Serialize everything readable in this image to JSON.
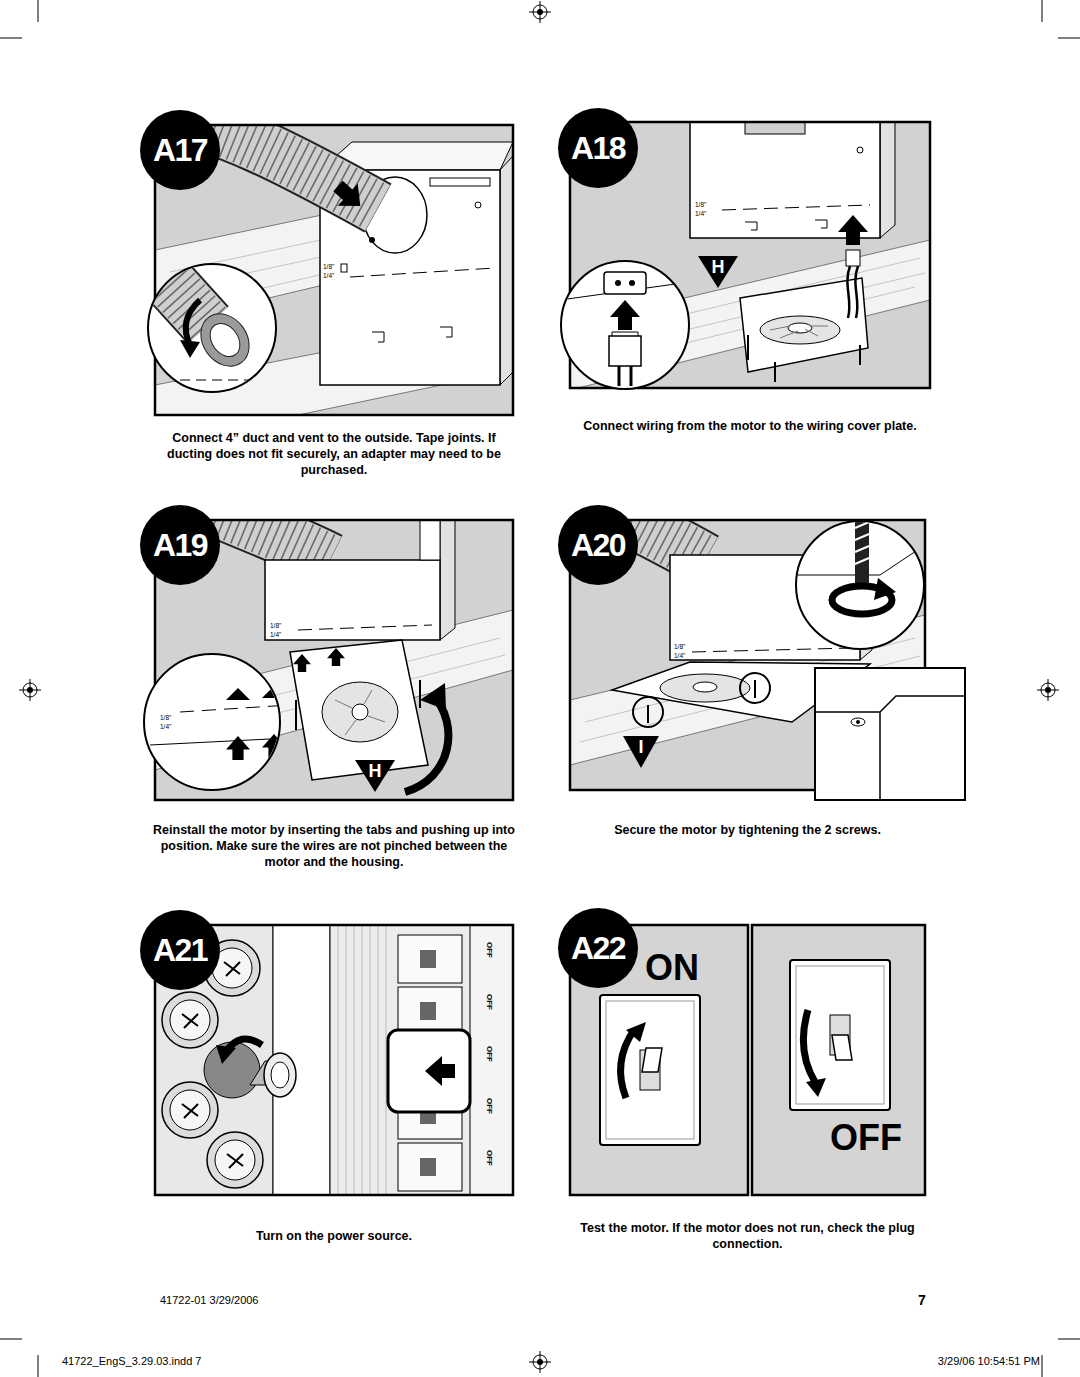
{
  "diagram": {
    "nodes": [
      {
        "text": [
          "A17"
        ]
      },
      {
        "text": [
          "A18"
        ]
      },
      {
        "text": [
          "H"
        ]
      },
      {
        "text": [
          "A19"
        ]
      },
      {
        "text": [
          "H"
        ]
      },
      {
        "text": [
          "A20"
        ]
      },
      {
        "text": [
          "I"
        ]
      },
      {
        "text": [
          "A21"
        ]
      },
      {
        "text": [
          "A22"
        ]
      }
    ],
    "labels": [
      "Connect 4” duct and vent to the outside. Tape joints. If ducting does not fit securely, an adapter may need to be purchased.",
      "Connect wiring from the motor to the wiring cover plate.",
      "Reinstall the motor by inserting the tabs and pushing up into position. Make sure the wires are not pinched between the motor and the housing.",
      "Secure the motor by tightening the 2 screws.",
      "Turn on the power source.",
      "Test the motor. If the motor does not run, check the plug connection.",
      "ON",
      "OFF",
      "41722-01 3/29/2006",
      "7",
      "41722_EngS_3.29.03.indd 7",
      "3/29/06 10:54:51 PM",
      "1/8\"",
      "1/4\"",
      "1/8\"",
      "1/4\"",
      "1/8\"",
      "1/4\"",
      "1/8\"",
      "1/4\"",
      "1/8\"",
      "1/4\"",
      "OFF",
      "OFF",
      "OFF",
      "OFF",
      "OFF"
    ]
  }
}
